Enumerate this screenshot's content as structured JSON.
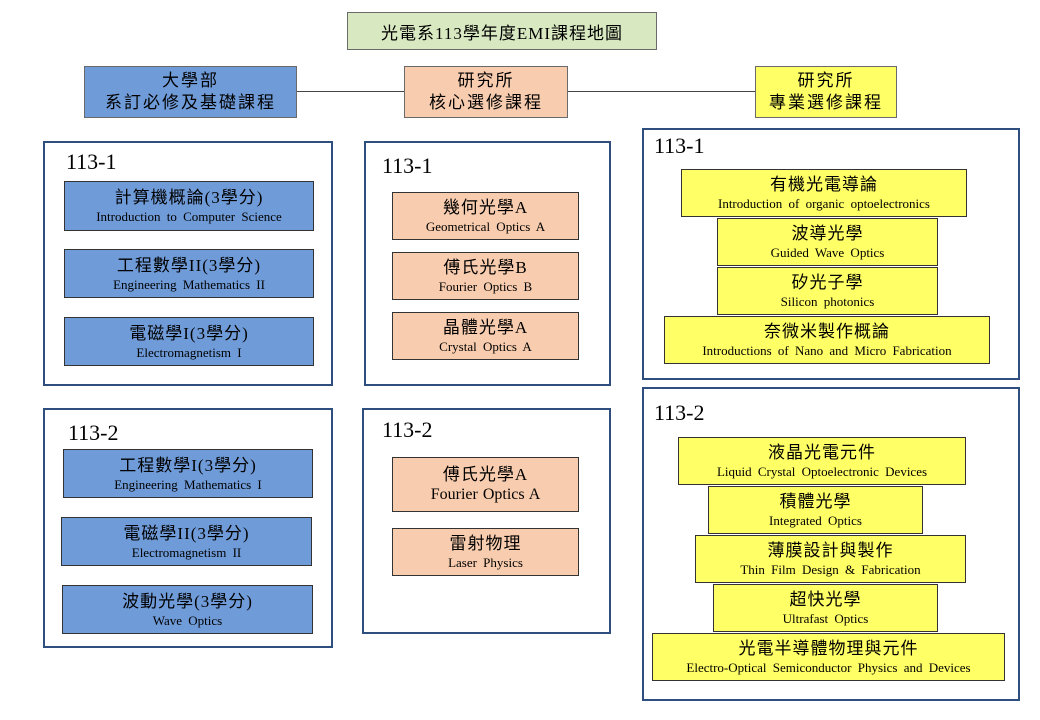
{
  "title": "光電系113學年度EMI課程地圖",
  "headers": {
    "undergrad": [
      "大學部",
      "系訂必修及基礎課程"
    ],
    "grad_core": [
      "研究所",
      "核心選修課程"
    ],
    "grad_pro": [
      "研究所",
      "專業選修課程"
    ]
  },
  "undergrad": {
    "s1": {
      "label": "113-1",
      "courses": [
        {
          "zh": "計算機概論(3學分)",
          "en": "Introduction  to Computer  Science"
        },
        {
          "zh": "工程數學II(3學分)",
          "en": "Engineering  Mathematics  II"
        },
        {
          "zh": "電磁學I(3學分)",
          "en": "Electromagnetism   I"
        }
      ]
    },
    "s2": {
      "label": "113-2",
      "courses": [
        {
          "zh": "工程數學I(3學分)",
          "en": "Engineering  Mathematics  I"
        },
        {
          "zh": "電磁學II(3學分)",
          "en": "Electromagnetism  II"
        },
        {
          "zh": "波動光學(3學分)",
          "en": "Wave Optics"
        }
      ]
    }
  },
  "grad_core": {
    "s1": {
      "label": "113-1",
      "courses": [
        {
          "zh": "幾何光學A",
          "en": "Geometrical  Optics  A"
        },
        {
          "zh": "傅氏光學B",
          "en": "Fourier  Optics  B"
        },
        {
          "zh": "晶體光學A",
          "en": "Crystal  Optics  A"
        }
      ]
    },
    "s2": {
      "label": "113-2",
      "courses": [
        {
          "zh": "傅氏光學A",
          "en": "Fourier Optics A"
        },
        {
          "zh": "雷射物理",
          "en": "Laser  Physics"
        }
      ]
    }
  },
  "grad_pro": {
    "s1": {
      "label": "113-1",
      "courses": [
        {
          "zh": "有機光電導論",
          "en": "Introduction  of  organic  optoelectronics"
        },
        {
          "zh": "波導光學",
          "en": "Guided  Wave  Optics"
        },
        {
          "zh": "矽光子學",
          "en": "Silicon  photonics"
        },
        {
          "zh": "奈微米製作概論",
          "en": "Introductions  of  Nano and Micro  Fabrication"
        }
      ]
    },
    "s2": {
      "label": "113-2",
      "courses": [
        {
          "zh": "液晶光電元件",
          "en": "Liquid  Crystal  Optoelectronic  Devices"
        },
        {
          "zh": "積體光學",
          "en": "Integrated  Optics"
        },
        {
          "zh": "薄膜設計與製作",
          "en": "Thin  Film  Design  &  Fabrication"
        },
        {
          "zh": "超快光學",
          "en": "Ultrafast  Optics"
        },
        {
          "zh": "光電半導體物理與元件",
          "en": "Electro-Optical  Semiconductor  Physics  and Devices"
        }
      ]
    }
  }
}
